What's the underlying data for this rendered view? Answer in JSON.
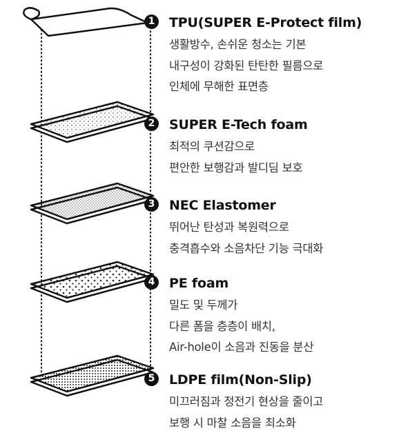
{
  "layers": [
    {
      "number": "1",
      "title": "TPU(SUPER E-Protect film)",
      "lines": [
        "생활방수, 손쉬운 청소는 기본",
        "내구성이 강화된 탄탄한 필름으로",
        "인체에 무해한 표면층"
      ]
    },
    {
      "number": "2",
      "title": "SUPER E-Tech foam",
      "lines": [
        "최적의 쿠션감으로",
        "편안한 보행감과 발디딤 보호"
      ]
    },
    {
      "number": "3",
      "title": "NEC Elastomer",
      "lines": [
        "뛰어난 탄성과 복원력으로",
        "충격흡수와 소음차단 기능 극대화"
      ]
    },
    {
      "number": "4",
      "title": "PE foam",
      "lines": [
        "밀도 및 두께가",
        "다른 폼을 층층이 배치,",
        "Air-hole이 소음과 진동을 분산"
      ]
    },
    {
      "number": "5",
      "title": "LDPE film(Non-Slip)",
      "lines": [
        "미끄러짐과 정전기 현상을 줄이고",
        "보행 시 마찰 소음을 최소화"
      ]
    }
  ]
}
